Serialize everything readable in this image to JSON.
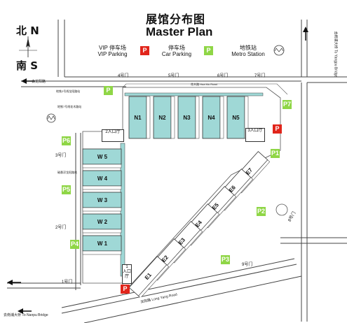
{
  "title": {
    "cn": "展馆分布图",
    "en": "Master Plan"
  },
  "compass": {
    "north": "北 N",
    "south": "南 S"
  },
  "legend": {
    "vip_cn": "VIP 停车场",
    "vip_en": "VIP Parking",
    "car_cn": "停车场",
    "car_en": "Car Parking",
    "metro_cn": "地铁站",
    "metro_en": "Metro Station"
  },
  "badges": {
    "p1": "P1",
    "p2": "P2",
    "p3": "P3",
    "p4": "P4",
    "p5": "P5",
    "p6": "P6",
    "p7": "P7",
    "p": "P"
  },
  "halls_north": [
    "N1",
    "N2",
    "N3",
    "N4",
    "N5"
  ],
  "halls_west": [
    "W 5",
    "W 4",
    "W 3",
    "W 2",
    "W 1"
  ],
  "halls_east": [
    "E7",
    "E6",
    "E5",
    "E4",
    "E3",
    "E2",
    "E1"
  ],
  "gates": {
    "g4": "4号门",
    "g5": "5号门",
    "g6": "6号门",
    "g7": "7号门",
    "g3": "3号门",
    "g2": "2号门",
    "g1": "1号门",
    "g8": "8号门",
    "g9": "9号门",
    "e1": "1",
    "e1_cn": "入口厅",
    "e2": "2",
    "e2_cn": "入口厅",
    "e3": "3",
    "e3_cn": "入口厅"
  },
  "roads": {
    "longyang": "龙阳路 Long Yang Road",
    "huamu": "花木路 Hua Mu Road",
    "to_nanpu": "去南浦大桥 To Nanpu Bridge",
    "to_yangpu": "去杨浦大桥 To Yangpu Bridge",
    "to_longyang": "去龙阳路"
  },
  "metro": {
    "line2_cn": "地铁2号线龙阳路站",
    "line7_cn": "地铁7号线花木路站",
    "maglev": "磁悬浮龙阳路站"
  }
}
